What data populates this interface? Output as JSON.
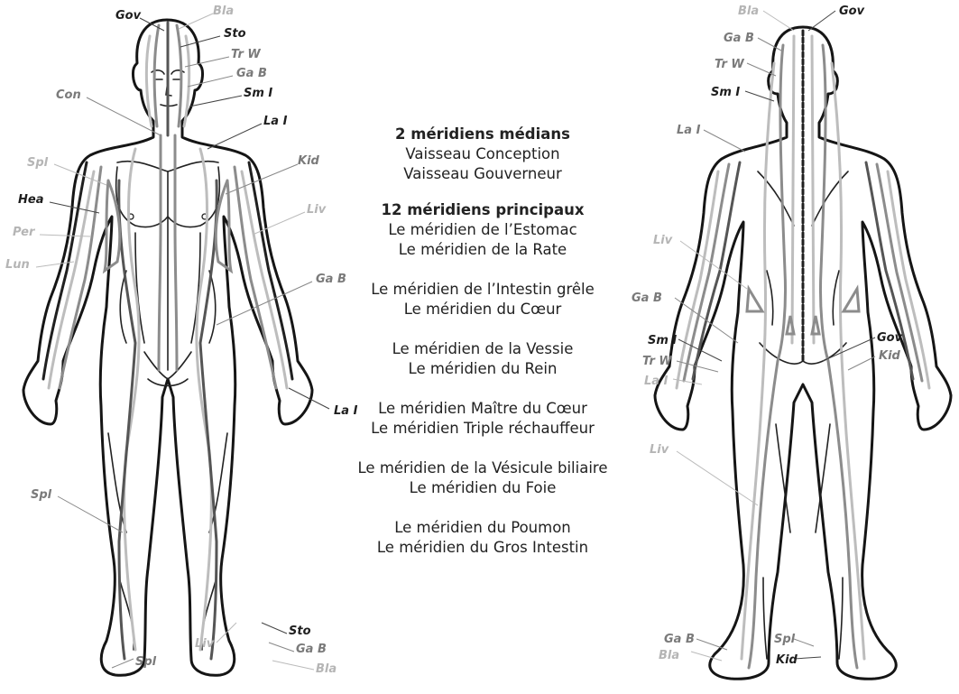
{
  "legend": {
    "group1_title": "2 méridiens médians",
    "group1_items": [
      "Vaisseau Conception",
      "Vaisseau Gouverneur"
    ],
    "group2_title": "12 méridiens principaux",
    "group2_items": [
      "Le méridien de l’Estomac",
      "Le méridien de la Rate",
      "Le méridien de l’Intestin grêle",
      "Le méridien du Cœur",
      "Le méridien de la Vessie",
      "Le méridien du Rein",
      "Le méridien Maître du Cœur",
      "Le méridien Triple réchauffeur",
      "Le méridien de la Vésicule biliaire",
      "Le méridien du Foie",
      "Le méridien du Poumon",
      "Le méridien du Gros Intestin"
    ]
  },
  "front_labels": [
    "Gov",
    "Bla",
    "Sto",
    "Tr W",
    "Ga B",
    "Sm I",
    "Con",
    "La I",
    "Spl",
    "Kid",
    "Hea",
    "Per",
    "Liv",
    "Lun",
    "Ga B",
    "La I",
    "Spl",
    "Sto",
    "Liv",
    "Ga B",
    "Spl",
    "Bla"
  ],
  "back_labels": [
    "Bla",
    "Gov",
    "Ga B",
    "Tr W",
    "Sm I",
    "La I",
    "Liv",
    "Ga B",
    "Sm I",
    "Gov",
    "Tr W",
    "Kid",
    "La I",
    "Liv",
    "Ga B",
    "Spl",
    "Bla",
    "Kid"
  ],
  "colors": {
    "dark": "#1e1e1e",
    "medium": "#7a7a7a",
    "light": "#b5b5b5"
  }
}
